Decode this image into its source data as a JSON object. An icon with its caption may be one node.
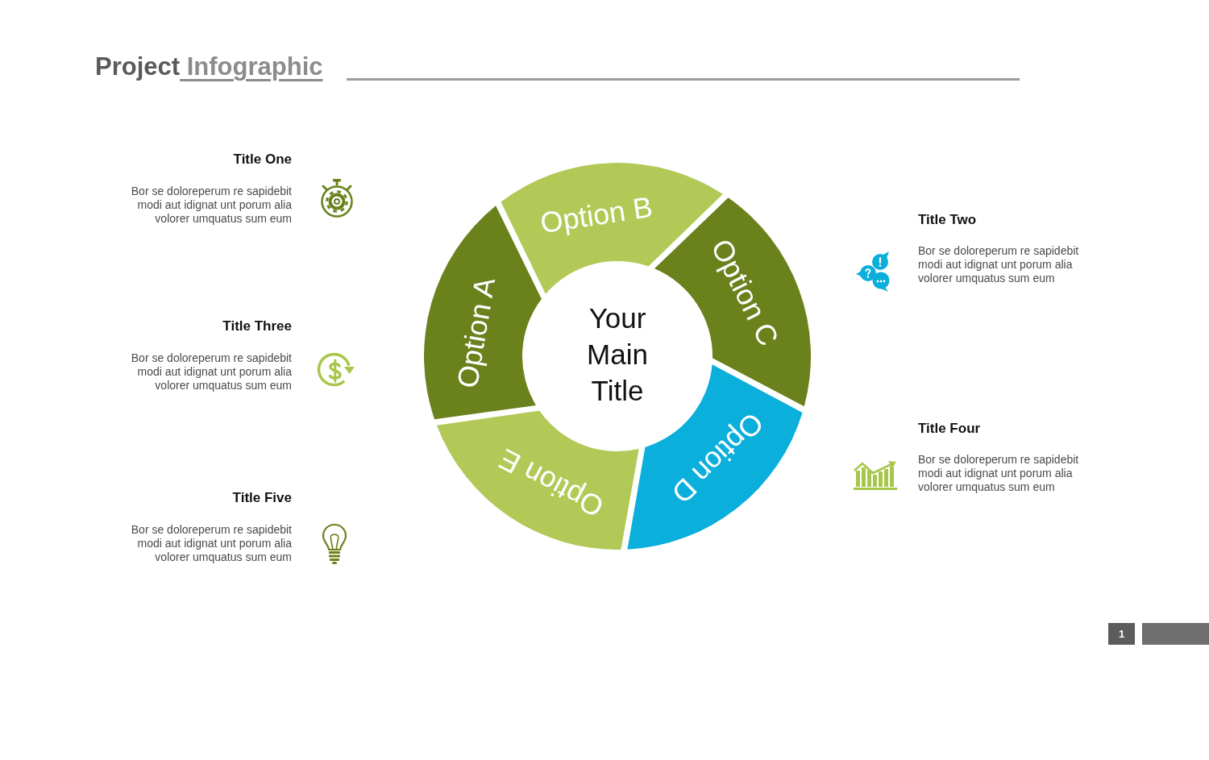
{
  "diagram": {
    "title": "Project Infographic",
    "nodes": [
      {
        "text": [
          "Option A"
        ]
      },
      {
        "text": [
          "Option B"
        ]
      },
      {
        "text": [
          "Option C"
        ]
      },
      {
        "text": [
          "Option D"
        ]
      },
      {
        "text": [
          "Option E"
        ]
      }
    ],
    "labels": [
      "Title One",
      "Bor se doloreperum re sapidebit modi aut idignat unt porum alia volorer umquatus sum eum",
      "Title Two",
      "Bor se doloreperum re sapidebit modi aut idignat unt porum alia volorer umquatus sum eum",
      "Title Three",
      "Bor se doloreperum re sapidebit modi aut idignat unt porum alia volorer umquatus sum eum",
      "Your Main Title",
      "Title Four",
      "Bor se doloreperum re sapidebit modi aut idignat unt porum alia volorer umquatus sum eum",
      "Title Five",
      "Bor se doloreperum re sapidebit modi aut idignat unt porum alia volorer umquatus sum eum",
      "1"
    ]
  }
}
